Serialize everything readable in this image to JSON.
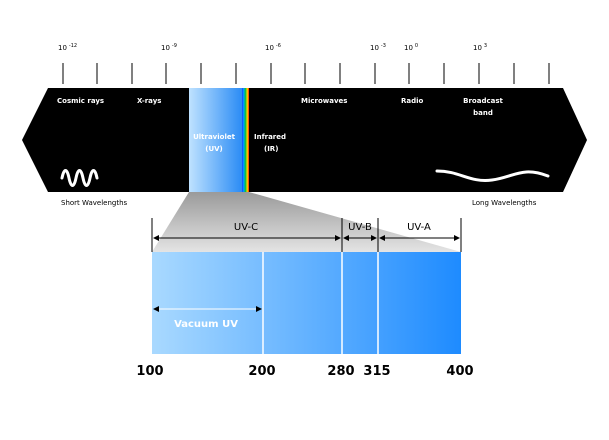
{
  "colors": {
    "spectrum_bar": "#000000",
    "uv_light": "#a8d8ff",
    "uv_dark": "#1e8eff",
    "zoom_gray": "#c8c8c8",
    "white": "#ffffff"
  },
  "scale_exponents": [
    {
      "base": "10",
      "exp": "-12"
    },
    {
      "base": "10",
      "exp": "-9"
    },
    {
      "base": "10",
      "exp": "-6"
    },
    {
      "base": "10",
      "exp": "-3"
    },
    {
      "base": "10",
      "exp": "0"
    },
    {
      "base": "10",
      "exp": "3"
    }
  ],
  "bands": {
    "cosmic_rays": "Cosmic rays",
    "x_rays": "X-rays",
    "ultraviolet_line1": "Ultraviolet",
    "ultraviolet_line2": "(UV)",
    "infrared_line1": "Infrared",
    "infrared_line2": "(IR)",
    "microwaves": "Microwaves",
    "radio": "Radio",
    "broadcast_line1": "Broadcast",
    "broadcast_line2": "band"
  },
  "side_labels": {
    "short": "Short Wavelengths",
    "long": "Long Wavelengths"
  },
  "uv_sections": {
    "uvc": "UV-C",
    "uvb": "UV-B",
    "uva": "UV-A",
    "vacuum": "Vacuum UV"
  },
  "uv_scale": [
    "100",
    "200",
    "280",
    "315",
    "400"
  ]
}
